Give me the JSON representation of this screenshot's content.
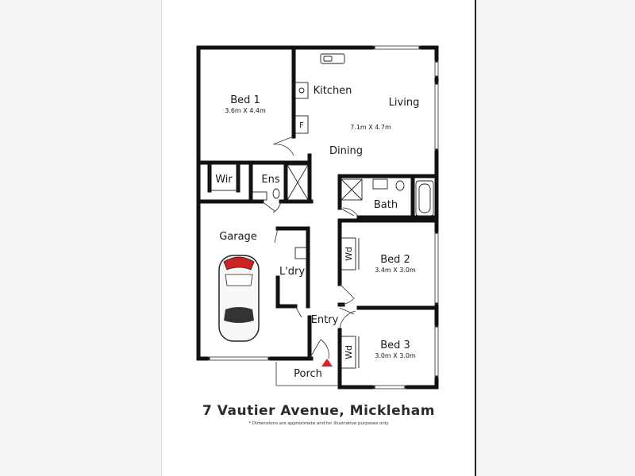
{
  "plan": {
    "rooms": [
      {
        "name": "Bed 1",
        "dims": "3.6m X 4.4m"
      },
      {
        "name": "Kitchen"
      },
      {
        "name": "Living",
        "dims": "7.1m X 4.7m"
      },
      {
        "name": "Dining"
      },
      {
        "name": "Wir"
      },
      {
        "name": "Ens"
      },
      {
        "name": "Bath"
      },
      {
        "name": "Garage"
      },
      {
        "name": "L'dry"
      },
      {
        "name": "Bed 2",
        "dims": "3.4m X 3.0m"
      },
      {
        "name": "Entry"
      },
      {
        "name": "Bed 3",
        "dims": "3.0m X 3.0m"
      },
      {
        "name": "Porch"
      }
    ],
    "fixtures": {
      "fridge": "F",
      "wardrobe_bed2": "Wd",
      "wardrobe_bed3": "Wd"
    }
  },
  "address": "7 Vautier Avenue, Mickleham",
  "disclaimer": "* Dimensions are approximate and for illustrative purposes only",
  "colors": {
    "wall": "#111111",
    "entry_marker": "#e31e24",
    "background": "#ffffff",
    "sidebar": "#f5f5f5"
  }
}
